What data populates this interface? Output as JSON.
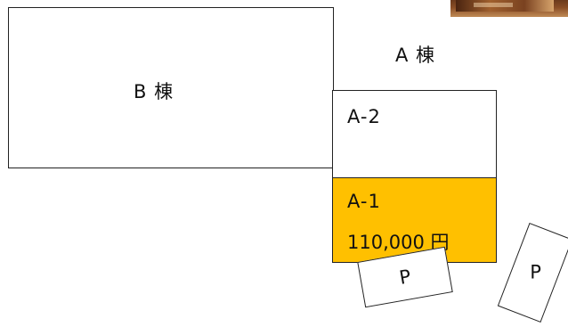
{
  "buildings": {
    "b": {
      "label": "B 棟"
    },
    "a": {
      "label": "A 棟"
    }
  },
  "units": {
    "a2": {
      "label": "A-2"
    },
    "a1": {
      "label": "A-1",
      "price": "110,000 円",
      "highlight_color": "#ffc000"
    }
  },
  "parking": [
    {
      "label": "P"
    },
    {
      "label": "P"
    }
  ]
}
